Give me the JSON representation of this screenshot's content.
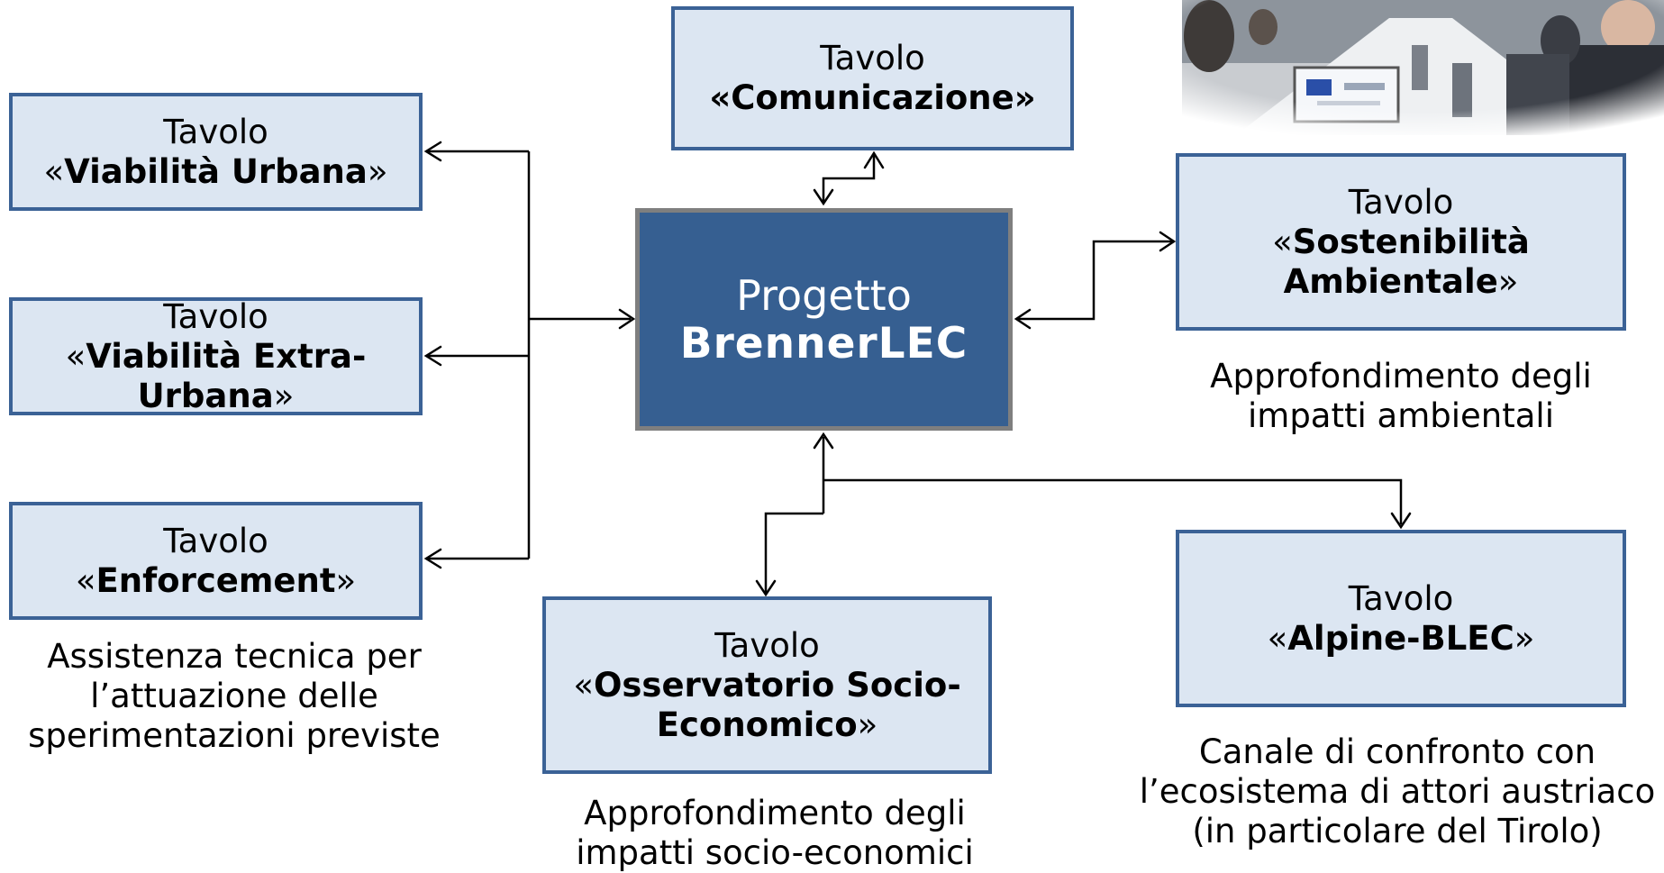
{
  "center": {
    "line1": "Progetto",
    "line2": "BrennerLEC"
  },
  "boxes": {
    "urbana": {
      "prefix": "Tavolo",
      "open": "«",
      "title": "Viabilità Urbana",
      "close": "»"
    },
    "extra": {
      "prefix": "Tavolo",
      "open": "«",
      "title": "Viabilità Extra-Urbana",
      "close": "»"
    },
    "enforcement": {
      "prefix": "Tavolo",
      "open": "«",
      "title": "Enforcement",
      "close": "»"
    },
    "comunicazione": {
      "prefix": "Tavolo",
      "open": "«",
      "title": "Comunicazione",
      "close": "»"
    },
    "sostenibilita": {
      "prefix": "Tavolo",
      "open": "«",
      "title": "Sostenibilità Ambientale",
      "close": "»"
    },
    "osservatorio": {
      "prefix": "Tavolo",
      "open": "«",
      "title": "Osservatorio Socio-Economico",
      "close": "»"
    },
    "alpine": {
      "prefix": "Tavolo",
      "open": "«",
      "title": "Alpine-BLEC",
      "close": "»"
    }
  },
  "notes": {
    "enforcement": "Assistenza tecnica per l’attuazione delle sperimentazioni previste",
    "sostenibilita": "Approfondimento degli impatti ambientali",
    "osservatorio": "Approfondimento degli impatti socio-economici",
    "alpine": "Canale di confronto con l’ecosistema di attori austriaco (in particolare del Tirolo)"
  },
  "colors": {
    "box_fill": "#dce6f2",
    "box_border": "#3b6296",
    "center_fill": "#365f91",
    "center_border": "#7f7f7f"
  },
  "photo": {
    "icon": "meeting-photo"
  }
}
